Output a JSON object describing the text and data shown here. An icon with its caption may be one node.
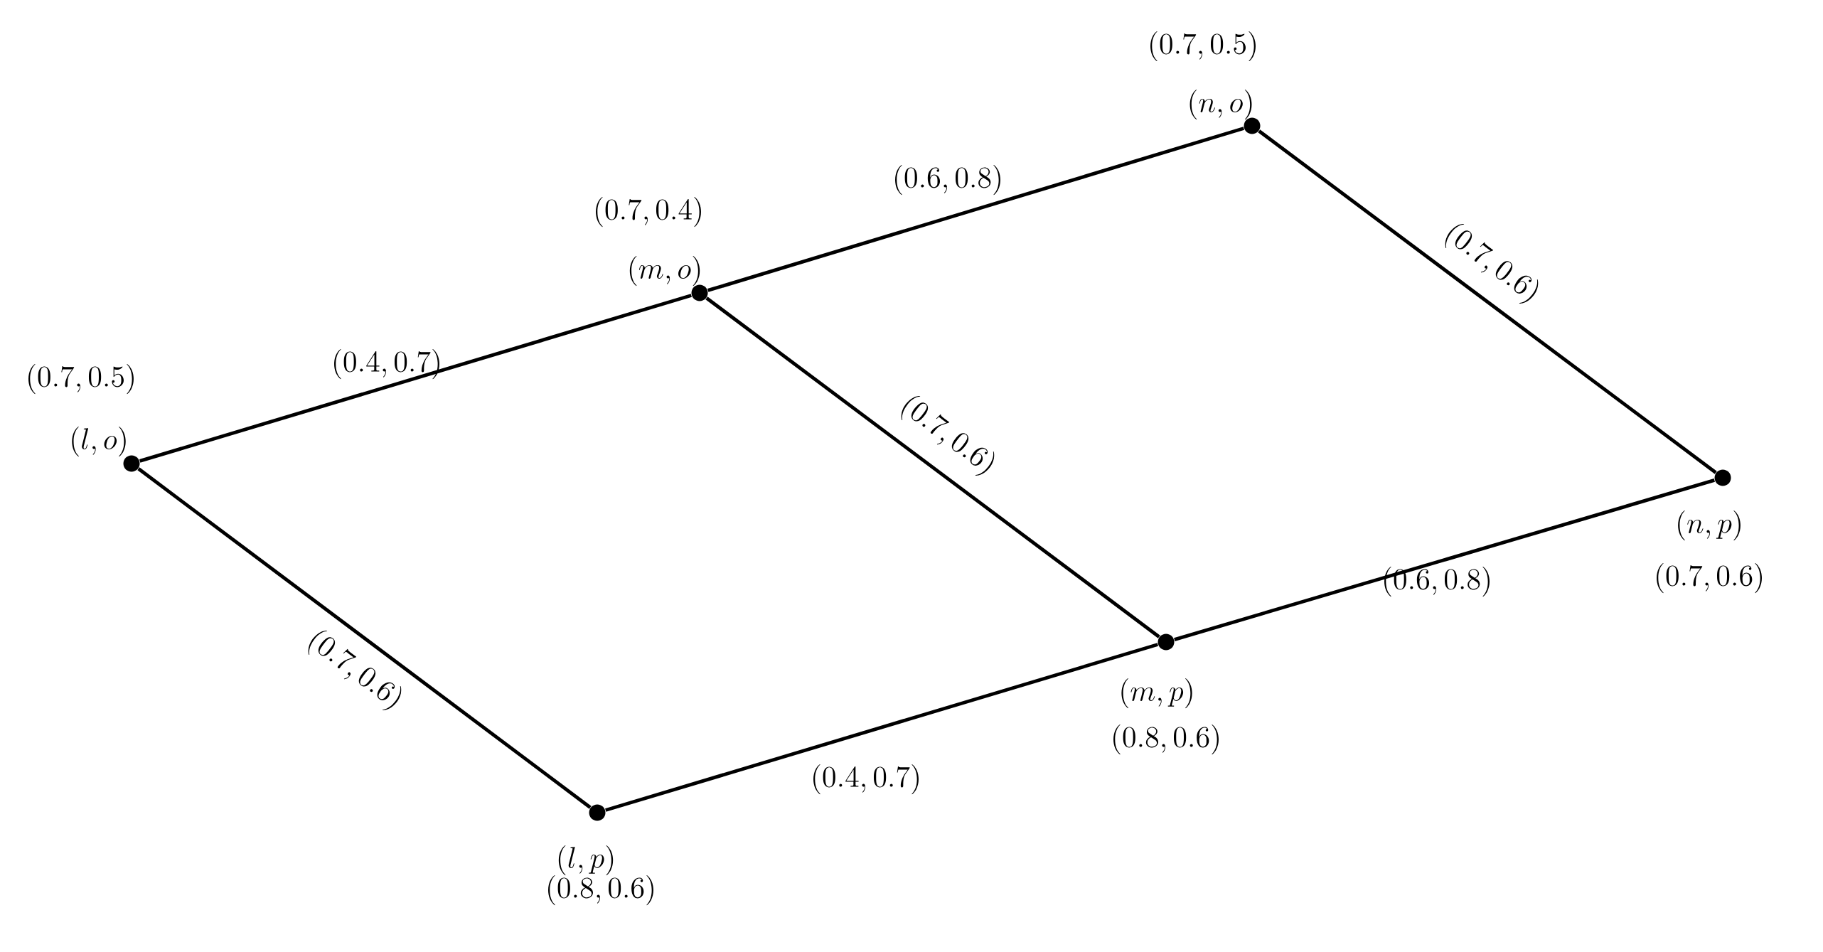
{
  "diagram": {
    "nodes": [
      {
        "text": [],
        "shape": "circle",
        "beside": [
          "(0.7,0.5)",
          "(l,o)"
        ]
      },
      {
        "text": [],
        "shape": "circle",
        "beside": [
          "(0.7,0.4)",
          "(m,o)"
        ]
      },
      {
        "text": [],
        "shape": "circle",
        "beside": [
          "(0.7,0.5)",
          "(n,o)"
        ]
      },
      {
        "text": [],
        "shape": "circle",
        "beside": [
          "(l,p)",
          "(0.8,0.6)"
        ]
      },
      {
        "text": [],
        "shape": "circle",
        "beside": [
          "(m,p)",
          "(0.8,0.6)"
        ]
      },
      {
        "text": [],
        "shape": "circle",
        "beside": [
          "(n,p)",
          "(0.7,0.6)"
        ]
      }
    ],
    "edges": [
      {
        "from": 0,
        "to": 1,
        "arrow": "none",
        "label": "(0.4,0.7)"
      },
      {
        "from": 1,
        "to": 2,
        "arrow": "none",
        "label": "(0.6,0.8)"
      },
      {
        "from": 2,
        "to": 5,
        "arrow": "none",
        "label": "(0.7,0.6)"
      },
      {
        "from": 1,
        "to": 4,
        "arrow": "none",
        "label": "(0.7,0.6)"
      },
      {
        "from": 0,
        "to": 3,
        "arrow": "none",
        "label": "(0.7,0.6)"
      },
      {
        "from": 3,
        "to": 4,
        "arrow": "none",
        "label": "(0.4,0.7)"
      },
      {
        "from": 4,
        "to": 5,
        "arrow": "none",
        "label": "(0.6,0.8)"
      }
    ]
  }
}
